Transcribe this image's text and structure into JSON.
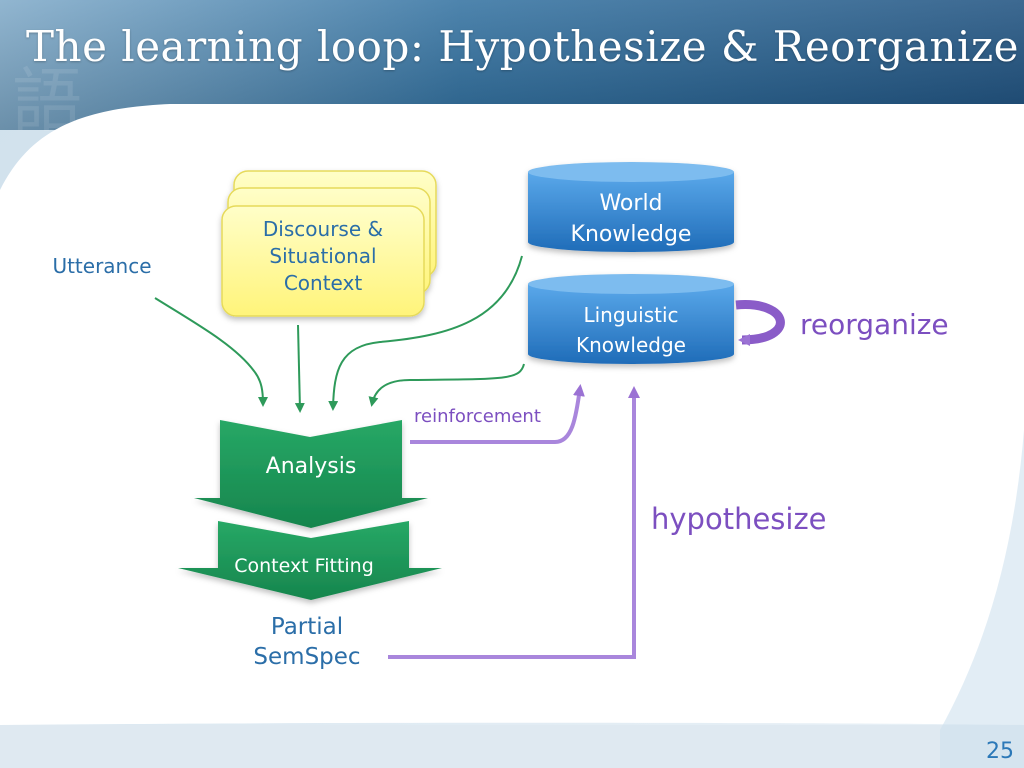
{
  "slide": {
    "title": "The learning loop: Hypothesize & Reorganize",
    "number": "25"
  },
  "diagram": {
    "utterance": "Utterance",
    "context_box": [
      "Discourse &",
      "Situational",
      "Context"
    ],
    "world_knowledge": [
      "World",
      "Knowledge"
    ],
    "linguistic_knowledge": [
      "Linguistic",
      "Knowledge"
    ],
    "reorganize": "reorganize",
    "reinforcement": "reinforcement",
    "analysis": "Analysis",
    "context_fitting": "Context Fitting",
    "partial_semspec": [
      "Partial",
      "SemSpec"
    ],
    "hypothesize": "hypothesize"
  },
  "colors": {
    "title_band": "#1e5a8c",
    "db_blue": "#2a7fd0",
    "context_yellow": "#fffaa0",
    "arrow_green": "#2e9a5a",
    "analysis_green": "#1f9c5e",
    "purple": "#8a5cc8",
    "text_blue": "#2b6ea8",
    "slide_number": "#2b78b8"
  }
}
